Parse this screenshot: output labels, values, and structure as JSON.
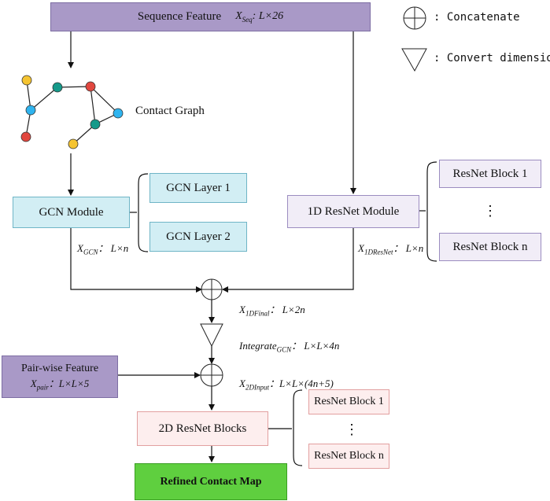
{
  "sequence_feature": {
    "label": "Sequence Feature",
    "var": "X",
    "sub": "Seq",
    "dim": ": L×26"
  },
  "legend": {
    "concatenate": ": Concatenate",
    "convert": ": Convert dimension"
  },
  "contact_graph": {
    "label": "Contact Graph"
  },
  "gcn_module": {
    "label": "GCN Module",
    "layers": [
      "GCN Layer 1",
      "GCN Layer 2"
    ]
  },
  "resnet_1d": {
    "label": "1D ResNet Module",
    "blocks": [
      "ResNet Block  1",
      "ResNet Block  n"
    ]
  },
  "x_gcn": {
    "var": "X",
    "sub": "GCN",
    "dim": "： L×n"
  },
  "x_1dresnet": {
    "var": "X",
    "sub": "1DResNet",
    "dim": "： L×n"
  },
  "x_1dfinal": {
    "var": "X",
    "sub": "1DFinal",
    "dim": "： L×2n"
  },
  "integrate": {
    "var": "Integrate",
    "sub": "GCN",
    "dim": "： L×L×4n"
  },
  "x_2dinput": {
    "var": "X",
    "sub": "2DInput",
    "dim": "：L×L×(4n+5)"
  },
  "pairwise_feature": {
    "label": "Pair-wise Feature",
    "var": "X",
    "sub": "pair",
    "dim": "：L×L×5"
  },
  "resnet_2d": {
    "label": "2D ResNet Blocks",
    "blocks": [
      "ResNet Block  1",
      "ResNet Block  n"
    ]
  },
  "refined": {
    "label": "Refined Contact Map"
  },
  "ellipsis": "⋮",
  "colors": {
    "sequence": "#a999c7",
    "gcn": "#d2eef4",
    "resnet1d": "#f1edf7",
    "resnet2d": "#fdeeee",
    "refined": "#5fcf3f",
    "node_yellow": "#f5c431",
    "node_teal": "#159a8a",
    "node_red": "#e1473f",
    "node_blue": "#2fb4ef"
  }
}
